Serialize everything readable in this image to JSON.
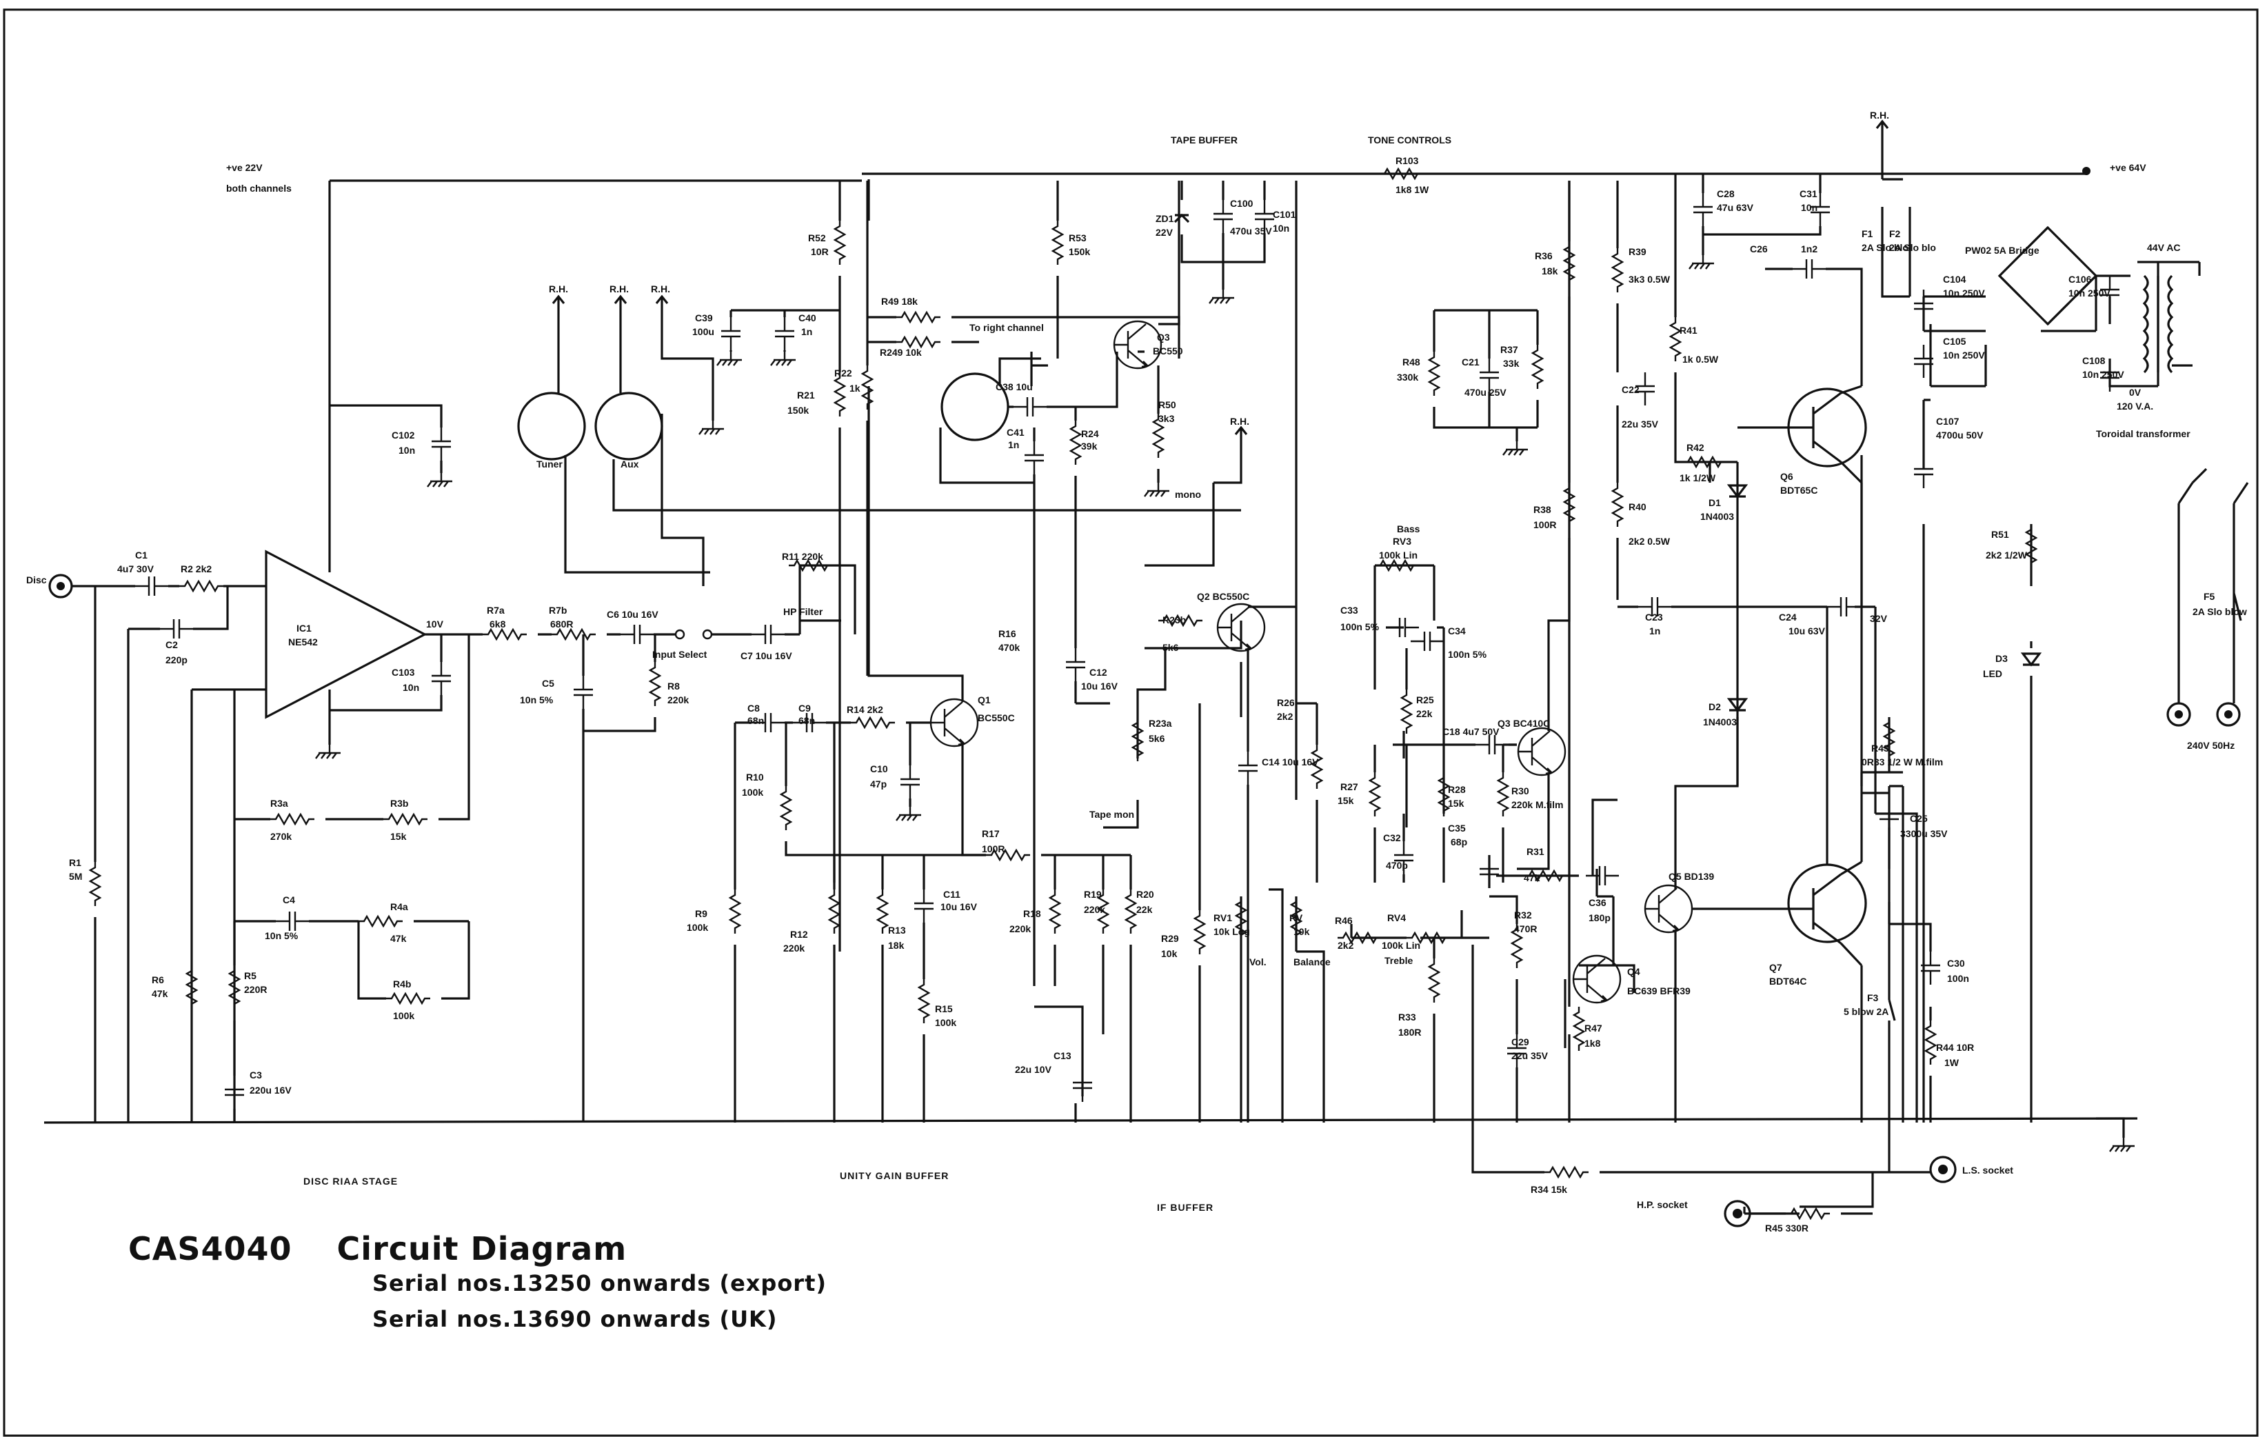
{
  "title": {
    "model": "CAS4040",
    "heading": "Circuit Diagram",
    "serial_export": "Serial nos.13250 onwards (export)",
    "serial_uk": "Serial nos.13690 onwards (UK)"
  },
  "sections": {
    "disc_riaa": "DISC RIAA STAGE",
    "unity_gain": "UNITY GAIN BUFFER",
    "if_buffer": "IF BUFFER",
    "tape_buffer": "TAPE BUFFER",
    "tone_controls": "TONE CONTROLS"
  },
  "rails": {
    "v22": "+ve 22V",
    "v22_note": "both channels",
    "v64": "+ve 64V"
  },
  "connectors": {
    "disc": "Disc",
    "tuner": "Tuner",
    "aux": "Aux",
    "rh": "R.H.",
    "ls_socket": "L.S. socket",
    "hp_socket": "H.P. socket",
    "mains": "240V 50Hz",
    "to_right": "To right channel",
    "input_select": "Input Select",
    "hp_filter": "HP Filter",
    "tape_mon": "Tape mon",
    "mono": "mono",
    "v32": "32V",
    "v10": "10V",
    "vol": "Vol.",
    "balance": "Balance",
    "treble": "Treble",
    "bass": "Bass",
    "pw_bridge": "PW02 5A Bridge",
    "v44ac": "44V AC",
    "transformer": "Toroidal transformer",
    "tap_0v": "0V",
    "tap_120": "120 V.A."
  },
  "components": {
    "C1": "C1",
    "C1v": "4u7 30V",
    "R2": "R2 2k2",
    "C2": "C2",
    "C2v": "220p",
    "R1": "R1",
    "R1v": "5M",
    "IC1": "IC1",
    "IC1v": "NE542",
    "C102": "C102",
    "C102v": "10n",
    "C103": "C103",
    "C103v": "10n",
    "R3a": "R3a",
    "R3av": "270k",
    "R3b": "R3b",
    "R3bv": "15k",
    "C4": "C4",
    "C4v": "10n 5%",
    "R4a": "R4a",
    "R4av": "47k",
    "R4b": "R4b",
    "R4bv": "100k",
    "R5": "R5",
    "R5v": "220R",
    "R6": "R6",
    "R6v": "47k",
    "C3": "C3",
    "C3v": "220u 16V",
    "R7a": "R7a",
    "R7av": "6k8",
    "R7b": "R7b",
    "R7bv": "680R",
    "C6": "C6 10u 16V",
    "C5": "C5",
    "C5v": "10n 5%",
    "R8": "R8",
    "R8v": "220k",
    "R11": "R11 220k",
    "C7": "C7 10u 16V",
    "R9": "R9",
    "R9v": "100k",
    "C8": "C8",
    "C8v": "68n",
    "C9": "C9",
    "C9v": "68n",
    "R14": "R14 2k2",
    "Q1": "Q1",
    "Q1v": "BC550C",
    "C10": "C10",
    "C10v": "47p",
    "R10": "R10",
    "R10v": "100k",
    "R12": "R12",
    "R12v": "220k",
    "R13": "R13",
    "R13v": "18k",
    "R17": "R17",
    "R17v": "100R",
    "C11": "C11",
    "C11v": "10u 16V",
    "R15": "R15",
    "R15v": "100k",
    "R16": "R16",
    "R16v": "470k",
    "R52": "R52",
    "R52v": "10R",
    "R21": "R21",
    "R21v": "150k",
    "R22": "R22",
    "R22v": "1k",
    "C39": "C39",
    "C39v": "100u",
    "C40": "C40",
    "C40v": "1n",
    "R49": "R49 18k",
    "R249": "R249 10k",
    "R53": "R53",
    "R53v": "150k",
    "Q3": "Q3",
    "Q3v": "BC550",
    "C38": "C38 10u",
    "C41": "C41",
    "C41v": "1n",
    "R24": "R24",
    "R24v": "39k",
    "R50": "R50",
    "R50v": "3k3",
    "C12": "C12",
    "C12v": "10u 16V",
    "R18": "R18",
    "R18v": "220k",
    "R19": "R19",
    "R19v": "220k",
    "R20": "R20",
    "R20v": "22k",
    "C13": "C13",
    "C13v": "22u 10V",
    "ZD1": "ZD1",
    "ZD1v": "22V",
    "C100": "C100",
    "C100v": "470u 35V",
    "C101": "C101",
    "C101v": "10n",
    "R23b": "R23b",
    "R23bv": "5k6",
    "Q2": "Q2 BC550C",
    "R23a": "R23a",
    "R23av": "5k6",
    "C14": "C14 10u 16V",
    "R26": "R26",
    "R26v": "2k2",
    "R29": "R29",
    "R29v": "10k",
    "RV1": "RV1",
    "RV1v": "10k Log",
    "RV": "RV",
    "RVv": "10k",
    "R103": "R103",
    "R103v": "1k8 1W",
    "R48": "R48",
    "R48v": "330k",
    "C21": "C21",
    "C21v": "470u 25V",
    "R37": "R37",
    "R37v": "33k",
    "RV3": "RV3",
    "RV3v": "100k Lin",
    "C33": "C33",
    "C33v": "100n 5%",
    "C34": "C34",
    "C34v": "100n 5%",
    "R25": "R25",
    "R25v": "22k",
    "R27": "R27",
    "R27v": "15k",
    "C32": "C32",
    "C32v": "470p",
    "C18": "C18 4u7 50V",
    "Q3b": "Q3 BC410C",
    "R28": "R28",
    "R28v": "15k",
    "R30": "R30",
    "R30v": "220k M.film",
    "C35": "C35",
    "C35v": "68p",
    "R46": "R46",
    "R46v": "2k2",
    "RV4": "RV4",
    "RV4v": "100k Lin",
    "R31": "R31",
    "R31v": "47k",
    "R32": "R32",
    "R32v": "470R",
    "R33": "R33",
    "R33v": "180R",
    "C29": "C29",
    "C29v": "22u 35V",
    "R36": "R36",
    "R36v": "18k",
    "R38": "R38",
    "R38v": "100R",
    "R39": "R39",
    "R39v": "3k3 0.5W",
    "C22": "C22",
    "C22v": "22u 35V",
    "R40": "R40",
    "R40v": "2k2 0.5W",
    "C28": "C28",
    "C28v": "47u 63V",
    "C31": "C31",
    "C31v": "10n",
    "R41": "R41",
    "R41v": "1k 0.5W",
    "R42": "R42",
    "R42v": "1k 1/2W",
    "D1": "D1",
    "D1v": "1N4003",
    "C23": "C23",
    "C23v": "1n",
    "D2": "D2",
    "D2v": "1N4003",
    "C36": "C36",
    "C36v": "180p",
    "Q5": "Q5 BD139",
    "Q4": "Q4",
    "Q4v": "BC639 BFR39",
    "R47": "R47",
    "R47v": "1k8",
    "C26": "C26",
    "C26v": "1n2",
    "C24": "C24",
    "C24v": "10u 63V",
    "Q6": "Q6",
    "Q6v": "BDT65C",
    "Q7": "Q7",
    "Q7v": "BDT64C",
    "R43": "R43",
    "R43v": "0R33 1/2 W M.film",
    "C25": "C25",
    "C25v": "3300u 35V",
    "C30": "C30",
    "C30v": "100n",
    "R44": "R44 10R",
    "R44v": "1W",
    "F3": "F3",
    "F3v": "5 blow 2A",
    "F1": "F1",
    "F1v": "2A Slo blo",
    "F2": "F2",
    "F2v": "2A Slo blo",
    "C104": "C104",
    "C104v": "10n 250V",
    "C105": "C105",
    "C105v": "10n 250V",
    "C106": "C106",
    "C106v": "10n 250V",
    "C107": "C107",
    "C107v": "4700u 50V",
    "C108": "C108",
    "C108v": "10n 250V",
    "R51": "R51",
    "R51v": "2k2 1/2W",
    "D3": "D3",
    "D3v": "LED",
    "F5": "F5",
    "F5v": "2A Slo blow",
    "R34": "R34 15k",
    "R45": "R45 330R"
  }
}
